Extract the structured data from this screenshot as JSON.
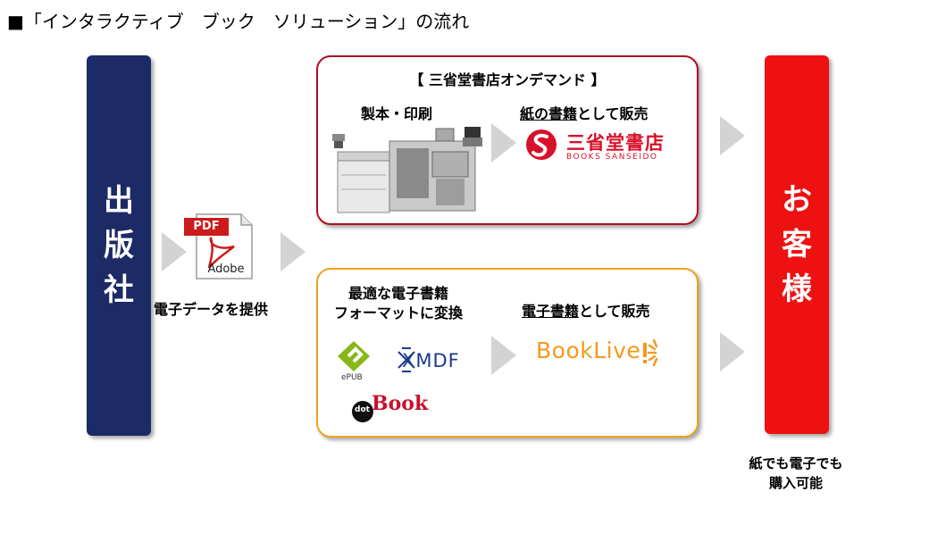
{
  "title": "■「インタラクティブ　ブック　ソリューション」の流れ",
  "publisher": {
    "chars": [
      "出",
      "版",
      "社"
    ]
  },
  "customer": {
    "chars": [
      "お",
      "客",
      "様"
    ]
  },
  "pdf": {
    "badge": "PDF",
    "label": "Adobe",
    "caption": "電子データを提供"
  },
  "print_box": {
    "heading": "【 三省堂書店オンデマンド 】",
    "step1": "製本・印刷",
    "step2_underlined": "紙の書籍",
    "step2_rest": "として販売",
    "logo_main": "三省堂書店",
    "logo_sub": "BOOKS SANSEIDO",
    "colors": {
      "border": "#b01020",
      "logo": "#d8112a"
    }
  },
  "ebook_box": {
    "step1_line1": "最適な電子書籍",
    "step1_line2": "フォーマットに変換",
    "step2_underlined": "電子書籍",
    "step2_rest": "として販売",
    "epub_label": "ePUB",
    "xmdf_label": "XMDF",
    "dotbook_dot": "dot",
    "dotbook_label": "Book",
    "booklive_label": "BookLive",
    "colors": {
      "border": "#f0a020",
      "booklive": "#f39a1d"
    }
  },
  "customer_caption": {
    "line1": "紙でも電子でも",
    "line2": "購入可能"
  }
}
